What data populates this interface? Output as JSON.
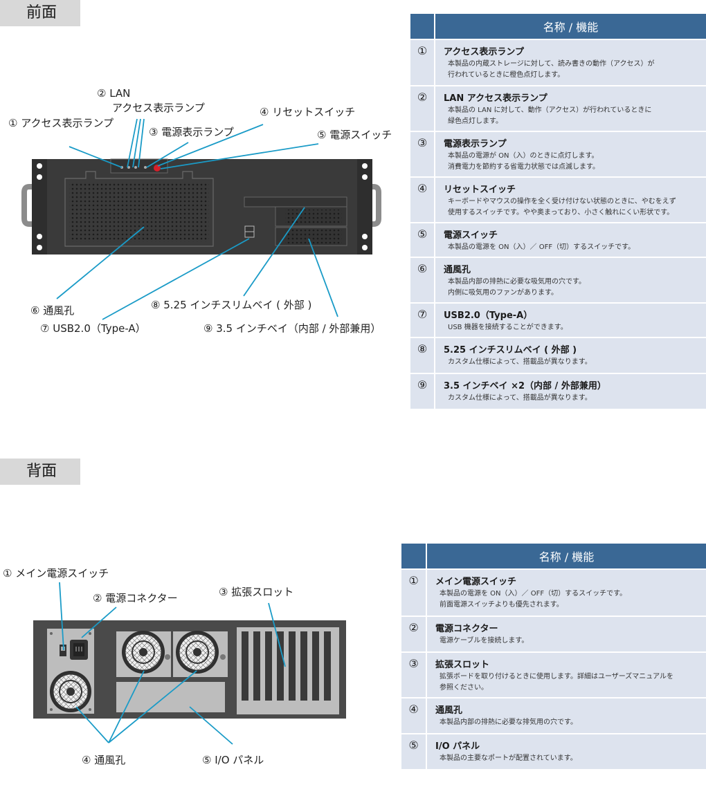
{
  "front": {
    "section_label": "前面",
    "callouts": {
      "c1": "① アクセス表示ランプ",
      "c2a": "② LAN",
      "c2b": "アクセス表示ランプ",
      "c3": "③ 電源表示ランプ",
      "c4": "④ リセットスイッチ",
      "c5": "⑤ 電源スイッチ",
      "c6": "⑥ 通風孔",
      "c7": "⑦ USB2.0（Type-A）",
      "c8": "⑧ 5.25 インチスリムベイ ( 外部 )",
      "c9": "⑨ 3.5 インチベイ（内部 / 外部兼用）"
    },
    "table": {
      "header": "名称 / 機能",
      "rows": [
        {
          "num": "①",
          "title": "アクセス表示ランプ",
          "desc1": "本製品の内蔵ストレージに対して、読み書きの動作（アクセス）が",
          "desc2": "行われているときに橙色点灯します。"
        },
        {
          "num": "②",
          "title": "LAN アクセス表示ランプ",
          "desc1": "本製品の LAN に対して、動作（アクセス）が行われているときに",
          "desc2": "緑色点灯します。"
        },
        {
          "num": "③",
          "title": "電源表示ランプ",
          "desc1": "本製品の電源が ON（入）のときに点灯します。",
          "desc2": "消費電力を節約する省電力状態では点滅します。"
        },
        {
          "num": "④",
          "title": "リセットスイッチ",
          "desc1": "キーボードやマウスの操作を全く受け付けない状態のときに、やむをえず",
          "desc2": "使用するスイッチです。やや奥まっており、小さく触れにくい形状です。"
        },
        {
          "num": "⑤",
          "title": "電源スイッチ",
          "desc1": "本製品の電源を ON（入）／ OFF（切）するスイッチです。",
          "desc2": ""
        },
        {
          "num": "⑥",
          "title": "通風孔",
          "desc1": "本製品内部の排熱に必要な吸気用の穴です。",
          "desc2": "内側に吸気用のファンがあります。"
        },
        {
          "num": "⑦",
          "title": "USB2.0（Type-A）",
          "desc1": "USB 機器を接続することができます。",
          "desc2": ""
        },
        {
          "num": "⑧",
          "title": "5.25 インチスリムベイ ( 外部 )",
          "desc1": "カスタム仕様によって、搭載品が異なります。",
          "desc2": ""
        },
        {
          "num": "⑨",
          "title": "3.5 インチベイ ×2（内部 / 外部兼用）",
          "desc1": "カスタム仕様によって、搭載品が異なります。",
          "desc2": ""
        }
      ]
    }
  },
  "rear": {
    "section_label": "背面",
    "callouts": {
      "c1": "① メイン電源スイッチ",
      "c2": "② 電源コネクター",
      "c3": "③ 拡張スロット",
      "c4": "④ 通風孔",
      "c5": "⑤ I/O パネル"
    },
    "table": {
      "header": "名称 / 機能",
      "rows": [
        {
          "num": "①",
          "title": "メイン電源スイッチ",
          "desc1": "本製品の電源を ON（入）／ OFF（切）するスイッチです。",
          "desc2": "前面電源スイッチよりも優先されます。"
        },
        {
          "num": "②",
          "title": "電源コネクター",
          "desc1": "電源ケーブルを接続します。",
          "desc2": ""
        },
        {
          "num": "③",
          "title": "拡張スロット",
          "desc1": "拡張ボードを取り付けるときに使用します。詳細はユーザーズマニュアルを",
          "desc2": "参照ください。"
        },
        {
          "num": "④",
          "title": "通風孔",
          "desc1": "本製品内部の排熱に必要な排気用の穴です。",
          "desc2": ""
        },
        {
          "num": "⑤",
          "title": "I/O パネル",
          "desc1": "本製品の主要なポートが配置されています。",
          "desc2": ""
        }
      ]
    }
  },
  "colors": {
    "accent": "#3a6895",
    "row_bg": "#dde3ee",
    "callout_line": "#1a9bc7",
    "power_button": "#d4202a",
    "panel": "#3a3a3a",
    "panel_rear": "#4a4a4a"
  }
}
